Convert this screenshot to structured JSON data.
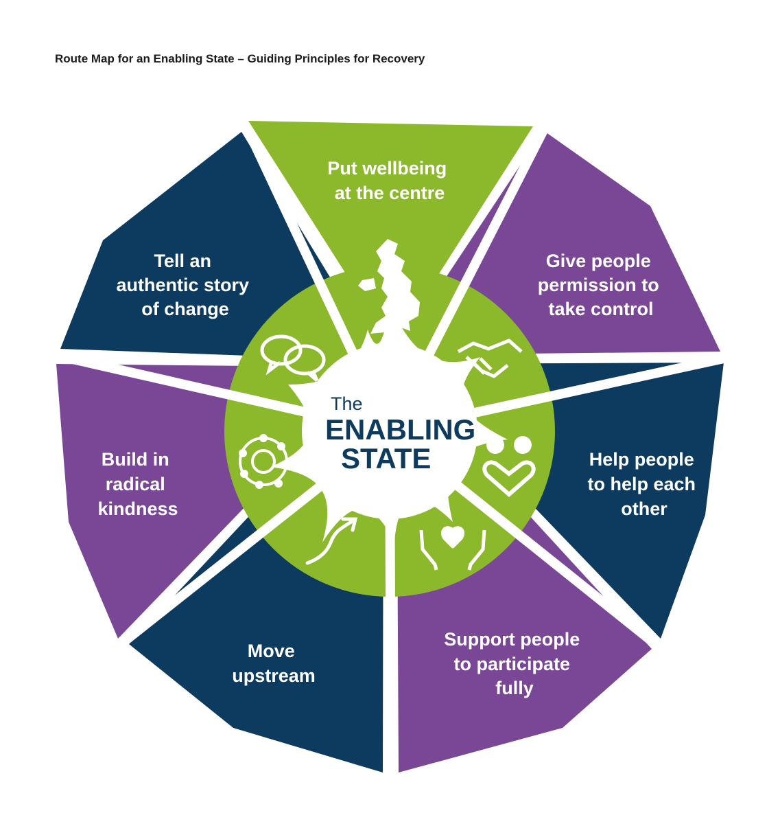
{
  "title": "Route Map for an Enabling State – Guiding Principles for Recovery",
  "center": {
    "line1": "The",
    "line2": "ENABLING",
    "line3": "STATE"
  },
  "colors": {
    "green": "#8cb82b",
    "navy": "#0d3a5f",
    "purple": "#7a4796",
    "white": "#ffffff"
  },
  "segments": [
    {
      "name": "put-wellbeing",
      "lines": [
        "Put wellbeing",
        "at the centre"
      ],
      "color": "green",
      "icon": "uk-map-icon"
    },
    {
      "name": "give-people-permission",
      "lines": [
        "Give people",
        "permission to",
        "take control"
      ],
      "color": "purple",
      "icon": "handshake-icon"
    },
    {
      "name": "help-people",
      "lines": [
        "Help people",
        "to help each",
        "other"
      ],
      "color": "navy",
      "icon": "people-heart-icon"
    },
    {
      "name": "support-people",
      "lines": [
        "Support people",
        "to participate",
        "fully"
      ],
      "color": "purple",
      "icon": "hands-heart-icon"
    },
    {
      "name": "move-upstream",
      "lines": [
        "Move",
        "upstream"
      ],
      "color": "navy",
      "icon": "upward-arrow-icon"
    },
    {
      "name": "build-in-kindness",
      "lines": [
        "Build in",
        "radical",
        "kindness"
      ],
      "color": "purple",
      "icon": "network-circle-icon"
    },
    {
      "name": "tell-a-story",
      "lines": [
        "Tell an",
        "authentic story",
        "of change"
      ],
      "color": "navy",
      "icon": "speech-bubbles-icon"
    }
  ]
}
